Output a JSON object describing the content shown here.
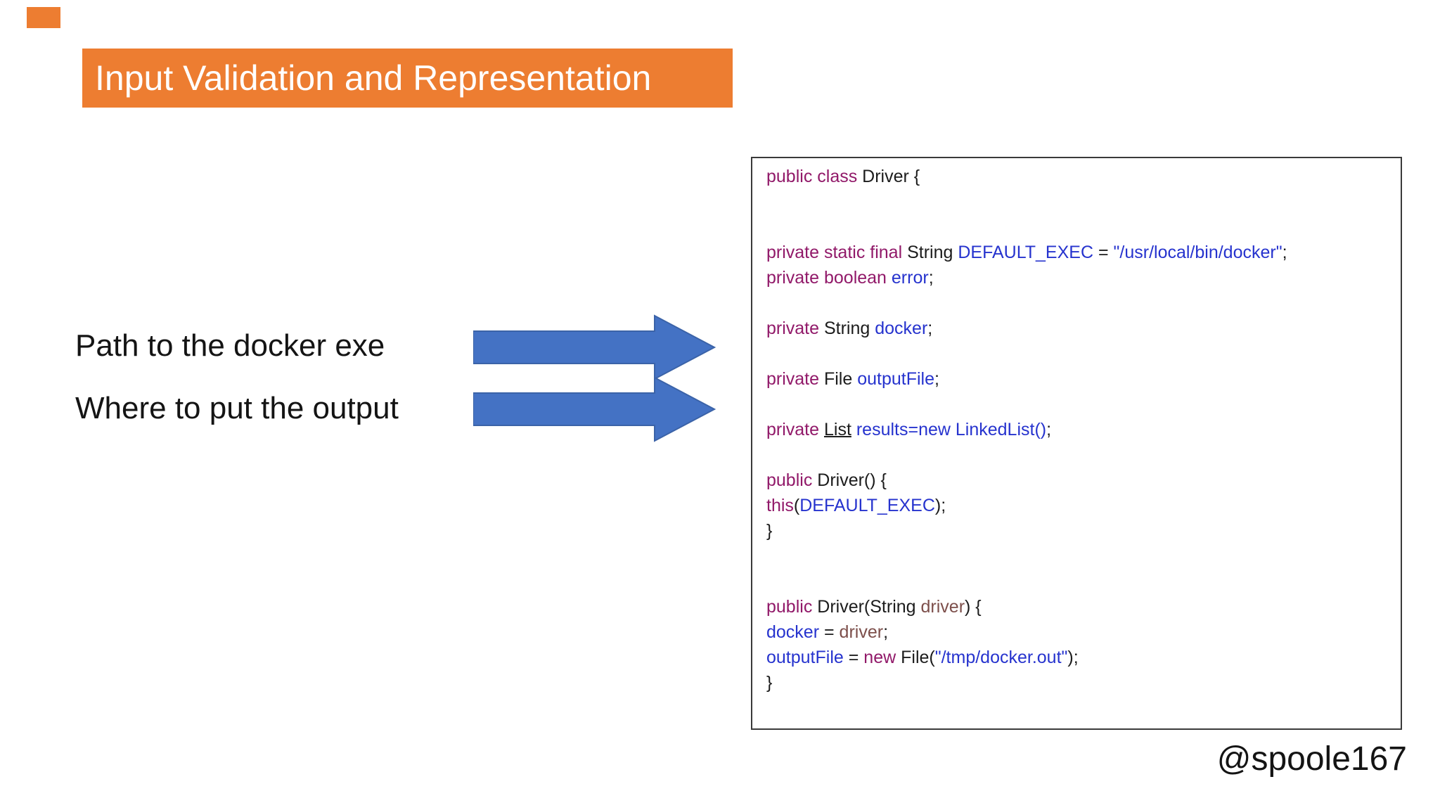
{
  "colors": {
    "accent_orange": "#ED7D31",
    "title_text": "#FFFFFF",
    "body_text": "#141414",
    "arrow_blue_fill": "#4472C4",
    "arrow_blue_border": "#3B63A8",
    "code_box_border": "#3A3A3A",
    "code_keyword": "#911969",
    "code_identifier": "#2633CE",
    "code_parameter": "#7D4F4B",
    "code_plain": "#1C1C1C"
  },
  "header": {
    "title": "Input Validation and Representation"
  },
  "annotations": {
    "labels": [
      {
        "text": "Path to the docker exe"
      },
      {
        "text": "Where to put the output"
      }
    ],
    "arrows": [
      {
        "name": "arrow-path-to-docker"
      },
      {
        "name": "arrow-output-location"
      }
    ]
  },
  "code": {
    "lines": [
      [
        {
          "t": "public class ",
          "c": "kw"
        },
        {
          "t": "Driver {",
          "c": "pl"
        }
      ],
      [],
      [],
      [
        {
          "t": "private static final ",
          "c": "kw"
        },
        {
          "t": "String ",
          "c": "pl"
        },
        {
          "t": "DEFAULT_EXEC",
          "c": "id"
        },
        {
          "t": " = ",
          "c": "pl"
        },
        {
          "t": "\"/usr/local/bin/docker\"",
          "c": "id"
        },
        {
          "t": ";",
          "c": "pl"
        }
      ],
      [
        {
          "t": "private boolean ",
          "c": "kw"
        },
        {
          "t": "error",
          "c": "id"
        },
        {
          "t": ";",
          "c": "pl"
        }
      ],
      [],
      [
        {
          "t": "private ",
          "c": "kw"
        },
        {
          "t": "String ",
          "c": "pl"
        },
        {
          "t": "docker",
          "c": "id"
        },
        {
          "t": ";",
          "c": "pl"
        }
      ],
      [],
      [
        {
          "t": "private ",
          "c": "kw"
        },
        {
          "t": "File ",
          "c": "pl"
        },
        {
          "t": "outputFile",
          "c": "id"
        },
        {
          "t": ";",
          "c": "pl"
        }
      ],
      [],
      [
        {
          "t": "private ",
          "c": "kw"
        },
        {
          "t": "List",
          "c": "ul"
        },
        {
          "t": " ",
          "c": "pl"
        },
        {
          "t": "results=new LinkedList()",
          "c": "id"
        },
        {
          "t": ";",
          "c": "pl"
        }
      ],
      [],
      [
        {
          "t": "public ",
          "c": "kw"
        },
        {
          "t": "Driver() {",
          "c": "pl"
        }
      ],
      [
        {
          "t": "this",
          "c": "kw"
        },
        {
          "t": "(",
          "c": "pl"
        },
        {
          "t": "DEFAULT_EXEC",
          "c": "id"
        },
        {
          "t": ");",
          "c": "pl"
        }
      ],
      [
        {
          "t": "}",
          "c": "pl"
        }
      ],
      [],
      [],
      [
        {
          "t": "public ",
          "c": "kw"
        },
        {
          "t": "Driver(String ",
          "c": "pl"
        },
        {
          "t": "driver",
          "c": "pr"
        },
        {
          "t": ") {",
          "c": "pl"
        }
      ],
      [
        {
          "t": "docker",
          "c": "id"
        },
        {
          "t": " = ",
          "c": "pl"
        },
        {
          "t": "driver",
          "c": "pr"
        },
        {
          "t": ";",
          "c": "pl"
        }
      ],
      [
        {
          "t": "outputFile",
          "c": "id"
        },
        {
          "t": " = ",
          "c": "pl"
        },
        {
          "t": "new",
          "c": "kw"
        },
        {
          "t": " File(",
          "c": "pl"
        },
        {
          "t": "\"/tmp/docker.out\"",
          "c": "id"
        },
        {
          "t": ");",
          "c": "pl"
        }
      ],
      [
        {
          "t": "}",
          "c": "pl"
        }
      ]
    ]
  },
  "footer": {
    "handle": "@spoole167"
  }
}
